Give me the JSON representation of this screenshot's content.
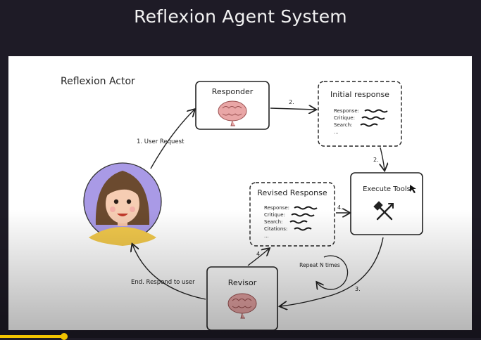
{
  "header": {
    "title": "Reflexion Agent System"
  },
  "diagram": {
    "actor_title": "Reflexion Actor",
    "nodes": {
      "responder": {
        "label": "Responder"
      },
      "initial_response": {
        "label": "Initial response",
        "fields": [
          "Response:",
          "Critique:",
          "Search:",
          "..."
        ]
      },
      "execute_tools": {
        "label": "Execute Tools"
      },
      "revised_response": {
        "label": "Revised Response",
        "fields": [
          "Response:",
          "Critique:",
          "Search:",
          "Citations:",
          "..."
        ]
      },
      "revisor": {
        "label": "Revisor"
      }
    },
    "edges": {
      "user_request": "1. User Request",
      "step2a": "2.",
      "step2b": "2.",
      "step3": "3.",
      "step4a": "4.",
      "step4b": "4.",
      "repeat": "Repeat N times",
      "end": "End. Respond to user"
    }
  }
}
